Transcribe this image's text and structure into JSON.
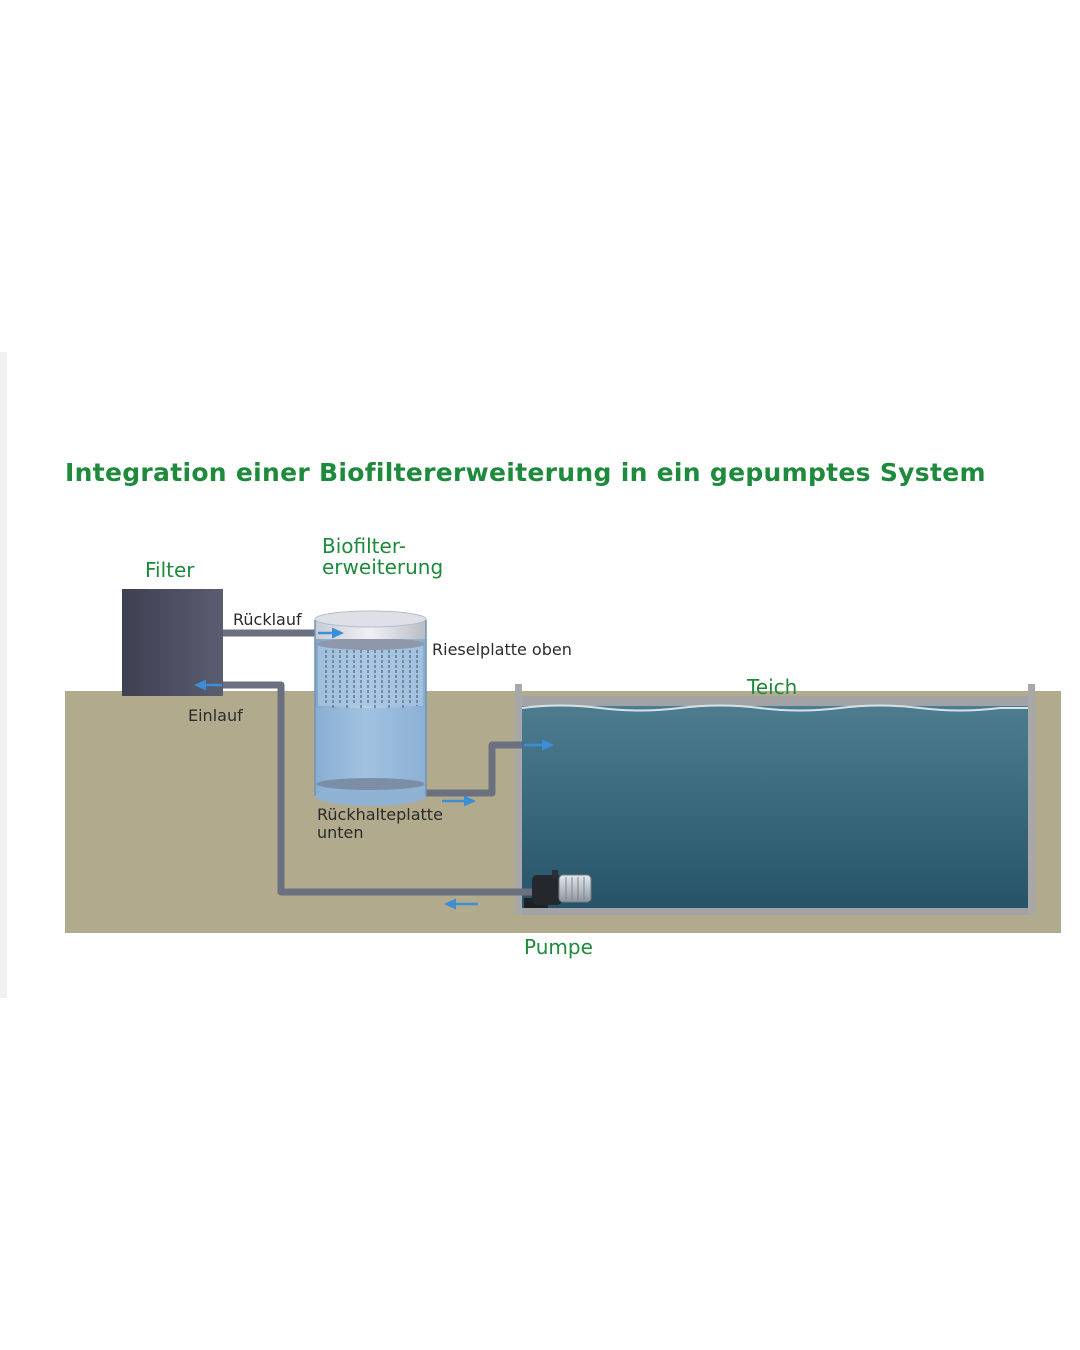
{
  "title": "Integration einer Biofiltererweiterung in ein gepumptes System",
  "labels": {
    "filter": "Filter",
    "biofilter_line1": "Biofilter-",
    "biofilter_line2": "erweiterung",
    "ruecklauf": "Rücklauf",
    "einlauf": "Einlauf",
    "rieselplatte": "Rieselplatte oben",
    "rueckhalteplatte_line1": "Rückhalteplatte",
    "rueckhalteplatte_line2": "unten",
    "teich": "Teich",
    "pumpe": "Pumpe"
  },
  "colors": {
    "title_green": "#1e8a3c",
    "ground": "#b2aa8d",
    "water_top": "#4d7c8f",
    "water_bottom": "#265368",
    "filter_box": "#4b4d60",
    "pipe": "#6b7080",
    "flow_arrow": "#3a8fd6",
    "tank_body": "#9dbfdc",
    "pond_wall": "#a8a8a8"
  },
  "icons": [
    "flow-arrow-icon",
    "pump-icon"
  ]
}
